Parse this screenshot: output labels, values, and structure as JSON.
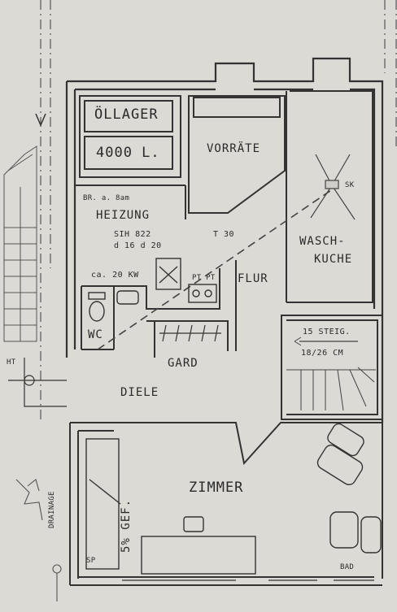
{
  "plan": {
    "rooms": {
      "oellager": "ÖLLAGER",
      "tank": "4000 L.",
      "vorraete": "VORRÄTE",
      "heizung": "HEIZUNG",
      "heizung_br": "BR. a. 8am",
      "heizung_sih": "SIH 822",
      "heizung_d": "d 16 d 20",
      "t30": "T 30",
      "flur": "FLUR",
      "wasch": "WASCH-",
      "kueche": "KUCHE",
      "sk": "SK",
      "kw": "ca. 20 KW",
      "pt": "PT PT",
      "wc": "WC",
      "gard": "GARD",
      "steig": "15 STEIG.",
      "steig_dim": "18/26 CM",
      "diele": "DIELE",
      "zimmer": "ZIMMER",
      "gefaelle": "5% GEF.",
      "sp": "SP",
      "bad": "BAD",
      "ht": "HT",
      "drainage": "DRAINAGE"
    }
  }
}
